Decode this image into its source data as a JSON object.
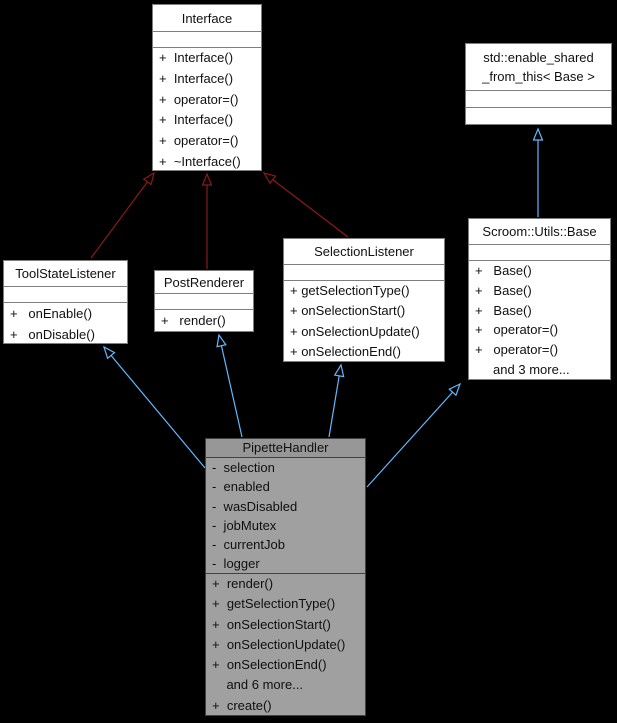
{
  "colors": {
    "background": "#000000",
    "box_background": "#ffffff",
    "box_border": "#7e7e7e",
    "current_box_header": "#979797",
    "current_box_body": "#a0a0a0",
    "current_box_border": "#424242",
    "edge_private_inheritance": "#8b1a1a",
    "edge_public_inheritance": "#63b8ff"
  },
  "boxes": {
    "interface": {
      "title": "Interface",
      "members": [
        "+  Interface()",
        "+  Interface()",
        "+  operator=()",
        "+  Interface()",
        "+  operator=()",
        "+  ~Interface()"
      ]
    },
    "enable_shared": {
      "title": "std::enable_shared\n_from_this< Base >"
    },
    "tool_state_listener": {
      "title": "ToolStateListener",
      "members": [
        "+   onEnable()",
        "+   onDisable()"
      ]
    },
    "post_renderer": {
      "title": "PostRenderer",
      "members": [
        "+   render()"
      ]
    },
    "selection_listener": {
      "title": "SelectionListener",
      "members": [
        "+ getSelectionType()",
        "+ onSelectionStart()",
        "+ onSelectionUpdate()",
        "+ onSelectionEnd()"
      ]
    },
    "scroom_utils_base": {
      "title": "Scroom::Utils::Base",
      "members": [
        "+   Base()",
        "+   Base()",
        "+   Base()",
        "+   operator=()",
        "+   operator=()",
        "     and 3 more..."
      ]
    },
    "pipette_handler": {
      "title": "PipetteHandler",
      "attributes": [
        "-  selection",
        "-  enabled",
        "-  wasDisabled",
        "-  jobMutex",
        "-  currentJob",
        "-  logger"
      ],
      "methods": [
        "+  render()",
        "+  getSelectionType()",
        "+  onSelectionStart()",
        "+  onSelectionUpdate()",
        "+  onSelectionEnd()",
        "    and 6 more...",
        "+  create()"
      ]
    }
  },
  "relations": [
    {
      "from": "ToolStateListener",
      "to": "Interface",
      "style": "dark-red"
    },
    {
      "from": "PostRenderer",
      "to": "Interface",
      "style": "dark-red"
    },
    {
      "from": "SelectionListener",
      "to": "Interface",
      "style": "dark-red"
    },
    {
      "from": "PipetteHandler",
      "to": "ToolStateListener",
      "style": "light-blue"
    },
    {
      "from": "PipetteHandler",
      "to": "PostRenderer",
      "style": "light-blue"
    },
    {
      "from": "PipetteHandler",
      "to": "SelectionListener",
      "style": "light-blue"
    },
    {
      "from": "PipetteHandler",
      "to": "Scroom::Utils::Base",
      "style": "light-blue"
    },
    {
      "from": "Scroom::Utils::Base",
      "to": "std::enable_shared_from_this< Base >",
      "style": "light-blue"
    }
  ]
}
